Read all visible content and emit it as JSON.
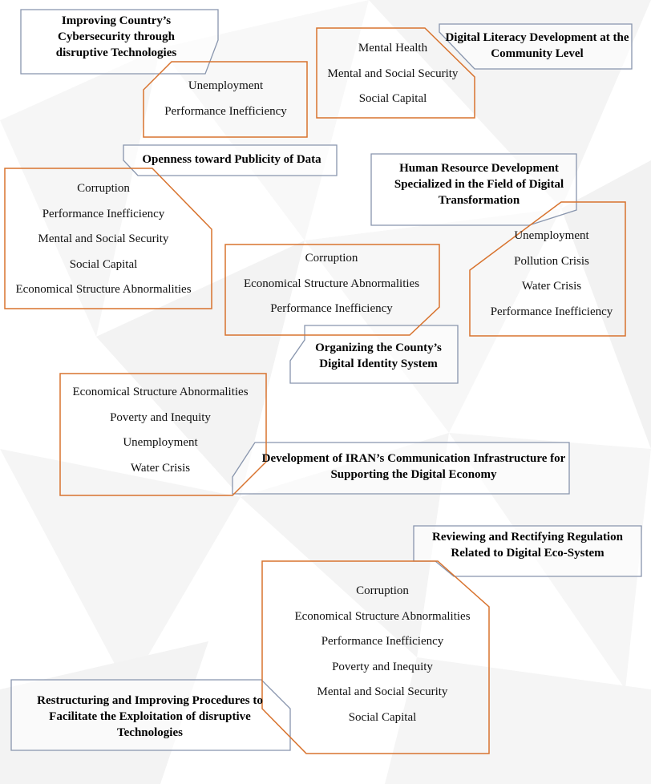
{
  "colors": {
    "orange_border": "#d8732e",
    "blue_border": "#8895ad"
  },
  "groups": [
    {
      "title": "Improving Country’s Cybersecurity through disruptive Technologies",
      "items": [
        "Unemployment",
        "Performance Inefficiency"
      ]
    },
    {
      "title": "Digital Literacy Development at the Community Level",
      "items": [
        "Mental Health",
        "Mental and Social Security",
        "Social Capital"
      ]
    },
    {
      "title": "Openness toward Publicity of Data",
      "items": [
        "Corruption",
        "Performance Inefficiency",
        "Mental and Social Security",
        "Social Capital",
        "Economical Structure Abnormalities"
      ]
    },
    {
      "title": "Human Resource Development Specialized in the Field of Digital Transformation",
      "items": [
        "Unemployment",
        "Pollution Crisis",
        "Water Crisis",
        "Performance Inefficiency"
      ]
    },
    {
      "title": "Organizing the County’s Digital Identity System",
      "items": [
        "Corruption",
        "Economical Structure Abnormalities",
        "Performance Inefficiency"
      ]
    },
    {
      "title": "Development of IRAN’s Communication Infrastructure for Supporting the Digital Economy",
      "items": [
        "Economical Structure Abnormalities",
        "Poverty and Inequity",
        "Unemployment",
        "Water Crisis"
      ]
    },
    {
      "title": "Reviewing and Rectifying Regulation Related to Digital Eco-System",
      "items": [
        "Corruption",
        "Economical Structure Abnormalities",
        "Performance Inefficiency",
        "Poverty and Inequity",
        "Mental and Social Security",
        "Social Capital"
      ]
    }
  ],
  "extra_title": "Restructuring and Improving Procedures to Facilitate the Exploitation of disruptive Technologies"
}
